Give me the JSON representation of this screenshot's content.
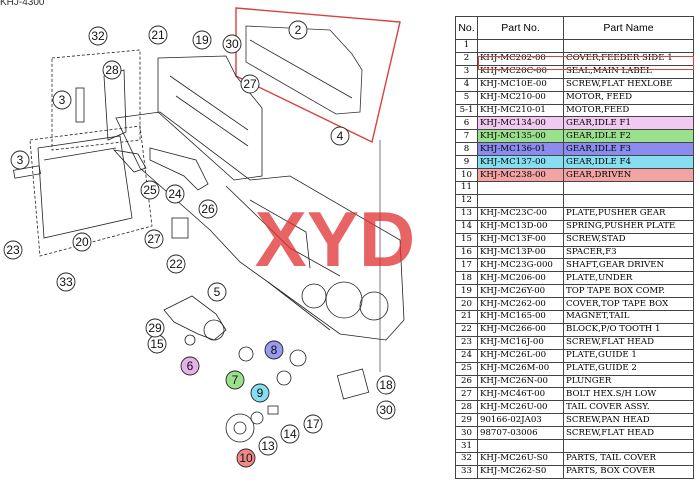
{
  "header_fragment": "KHJ-4300",
  "table": {
    "headers": {
      "no": "No.",
      "part": "Part No.",
      "name": "Part Name"
    },
    "rows": [
      {
        "no": "1",
        "part": "",
        "name": "",
        "bg": ""
      },
      {
        "no": "2",
        "part": "KHJ-MC202-00",
        "name": "COVER,FEEDER SIDE 1",
        "bg": "",
        "outline": true
      },
      {
        "no": "3",
        "part": "KHJ-MC20C-00",
        "name": "SEAL,MAIN LABEL",
        "bg": ""
      },
      {
        "no": "4",
        "part": "KHJ-MC10E-00",
        "name": "SCREW,FLAT HEXLOBE",
        "bg": ""
      },
      {
        "no": "5",
        "part": "KHJ-MC210-00",
        "name": "MOTOR, FEED",
        "bg": ""
      },
      {
        "no": "5-1",
        "part": "KHJ-MC210-01",
        "name": "MOTOR,FEED",
        "bg": ""
      },
      {
        "no": "6",
        "part": "KHJ-MC134-00",
        "name": "GEAR,IDLE F1",
        "bg": "#f2c9f0"
      },
      {
        "no": "7",
        "part": "KHJ-MC135-00",
        "name": "GEAR,IDLE F2",
        "bg": "#9be08c"
      },
      {
        "no": "8",
        "part": "KHJ-MC136-01",
        "name": "GEAR,IDLE F3",
        "bg": "#8c8cf0"
      },
      {
        "no": "9",
        "part": "KHJ-MC137-00",
        "name": "GEAR,IDLE F4",
        "bg": "#86dff0"
      },
      {
        "no": "10",
        "part": "KHJ-MC238-00",
        "name": "GEAR,DRIVEN",
        "bg": "#f3a3a3"
      },
      {
        "no": "11",
        "part": "",
        "name": "",
        "bg": ""
      },
      {
        "no": "12",
        "part": "",
        "name": "",
        "bg": ""
      },
      {
        "no": "13",
        "part": "KHJ-MC23C-00",
        "name": "PLATE,PUSHER GEAR",
        "bg": ""
      },
      {
        "no": "14",
        "part": "KHJ-MC13D-00",
        "name": "SPRING,PUSHER PLATE",
        "bg": ""
      },
      {
        "no": "15",
        "part": "KHJ-MC13F-00",
        "name": "SCREW,STAD",
        "bg": ""
      },
      {
        "no": "16",
        "part": "KHJ-MC13P-00",
        "name": "SPACER,F3",
        "bg": ""
      },
      {
        "no": "17",
        "part": "KHJ-MC23G-000",
        "name": "SHAFT,GEAR DRIVEN",
        "bg": ""
      },
      {
        "no": "18",
        "part": "KHJ-MC206-00",
        "name": "PLATE,UNDER",
        "bg": ""
      },
      {
        "no": "19",
        "part": "KHJ-MC26Y-00",
        "name": "TOP TAPE BOX COMP.",
        "bg": ""
      },
      {
        "no": "20",
        "part": "KHJ-MC262-00",
        "name": "COVER,TOP TAPE BOX",
        "bg": ""
      },
      {
        "no": "21",
        "part": "KHJ-MC165-00",
        "name": "MAGNET,TAIL",
        "bg": ""
      },
      {
        "no": "22",
        "part": "KHJ-MC266-00",
        "name": "BLOCK,P/O TOOTH 1",
        "bg": ""
      },
      {
        "no": "23",
        "part": "KHJ-MC16J-00",
        "name": "SCREW,FLAT HEAD",
        "bg": ""
      },
      {
        "no": "24",
        "part": "KHJ-MC26L-00",
        "name": "PLATE,GUIDE 1",
        "bg": ""
      },
      {
        "no": "25",
        "part": "KHJ-MC26M-00",
        "name": "PLATE,GUIDE 2",
        "bg": ""
      },
      {
        "no": "26",
        "part": "KHJ-MC26N-00",
        "name": "PLUNGER",
        "bg": ""
      },
      {
        "no": "27",
        "part": "KHJ-MC46T-00",
        "name": "BOLT HEX.S/H LOW",
        "bg": ""
      },
      {
        "no": "28",
        "part": "KHJ-MC26U-00",
        "name": "TAIL COVER ASSY.",
        "bg": ""
      },
      {
        "no": "29",
        "part": "90166-02JA03",
        "name": "SCREW,PAN HEAD",
        "bg": ""
      },
      {
        "no": "30",
        "part": "98707-03006",
        "name": "SCREW,FLAT HEAD",
        "bg": ""
      },
      {
        "no": "31",
        "part": "",
        "name": "",
        "bg": ""
      },
      {
        "no": "32",
        "part": "KHJ-MC26U-S0",
        "name": "PARTS, TAIL COVER",
        "bg": ""
      },
      {
        "no": "33",
        "part": "KHJ-MC262-S0",
        "name": "PARTS, BOX COVER",
        "bg": ""
      }
    ]
  },
  "callouts": {
    "c2": "2",
    "c3a": "3",
    "c3b": "3",
    "c4": "4",
    "c5": "5",
    "c6": "6",
    "c7": "7",
    "c8": "8",
    "c9": "9",
    "c10": "10",
    "c13": "13",
    "c14": "14",
    "c15": "15",
    "c17": "17",
    "c18": "18",
    "c19": "19",
    "c20": "20",
    "c21": "21",
    "c22": "22",
    "c23": "23",
    "c24": "24",
    "c25": "25",
    "c26": "26",
    "c27a": "27",
    "c27b": "27",
    "c28": "28",
    "c29": "29",
    "c30a": "30",
    "c30b": "30",
    "c32": "32",
    "c33": "33"
  },
  "callout_colors": {
    "c6": "#e6b3e6",
    "c7": "#9be08c",
    "c8": "#9a9af0",
    "c9": "#86dff0",
    "c10": "#f08a8a"
  },
  "watermark_text": "XYD",
  "colors": {
    "highlight_outline": "#d94040",
    "watermark": "#e03030"
  }
}
